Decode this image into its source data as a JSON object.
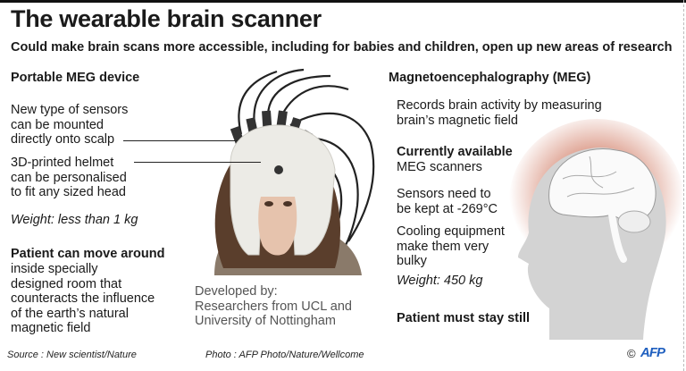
{
  "title": "The wearable brain scanner",
  "subtitle": "Could make brain scans more accessible, including for babies and children, open up new areas of research",
  "left": {
    "heading": "Portable MEG device",
    "sensors": [
      "New type of sensors",
      "can be mounted",
      "directly onto scalp"
    ],
    "helmet": [
      "3D-printed helmet",
      "can be personalised",
      "to fit any sized head"
    ],
    "weight": "Weight: less than 1 kg",
    "move_heading": "Patient can move around",
    "move": [
      "inside specially",
      "designed room that",
      "counteracts the influence",
      "of the earth’s natural",
      "magnetic field"
    ]
  },
  "developed": [
    "Developed by:",
    "Researchers from UCL and",
    "University of Nottingham"
  ],
  "right": {
    "heading": "Magnetoencephalography (MEG)",
    "records": [
      "Records brain activity by measuring",
      "brain’s magnetic field"
    ],
    "available_heading": "Currently available",
    "available": "MEG scanners",
    "sensors": [
      "Sensors need to",
      "be kept at -269°C"
    ],
    "cooling": [
      "Cooling equipment",
      "make them very",
      "bulky"
    ],
    "weight": "Weight: 450 kg",
    "still": "Patient must stay still"
  },
  "footer": {
    "source": "Source : New scientist/Nature",
    "photo": "Photo : AFP Photo/Nature/Wellcome",
    "copyright": "©",
    "logo": "AFP"
  },
  "colors": {
    "accent": "#1f5fbf",
    "glow": "#c9654a"
  }
}
